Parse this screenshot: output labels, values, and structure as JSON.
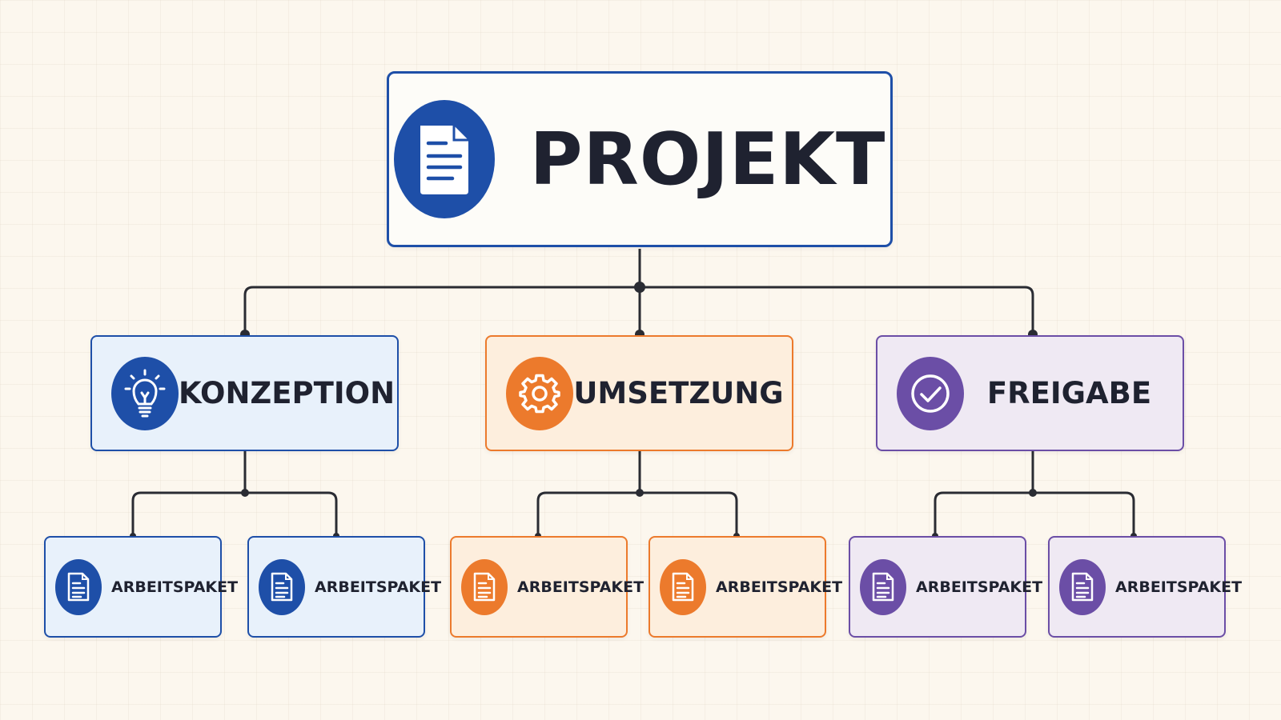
{
  "root": {
    "label": "PROJEKT",
    "icon": "document-icon",
    "color": "#1e4fa8"
  },
  "phases": [
    {
      "label": "KONZEPTION",
      "icon": "lightbulb-icon",
      "color": "#1e4fa8",
      "packages": [
        {
          "label": "ARBEITSPAKET",
          "icon": "document-icon"
        },
        {
          "label": "ARBEITSPAKET",
          "icon": "document-icon"
        }
      ]
    },
    {
      "label": "UMSETZUNG",
      "icon": "gear-icon",
      "color": "#ec7a2c",
      "packages": [
        {
          "label": "ARBEITSPAKET",
          "icon": "document-icon"
        },
        {
          "label": "ARBEITSPAKET",
          "icon": "document-icon"
        }
      ]
    },
    {
      "label": "FREIGABE",
      "icon": "check-circle-icon",
      "color": "#6b4ea6",
      "packages": [
        {
          "label": "ARBEITSPAKET",
          "icon": "document-icon"
        },
        {
          "label": "ARBEITSPAKET",
          "icon": "document-icon"
        }
      ]
    }
  ],
  "connector_color": "#2a2c33"
}
